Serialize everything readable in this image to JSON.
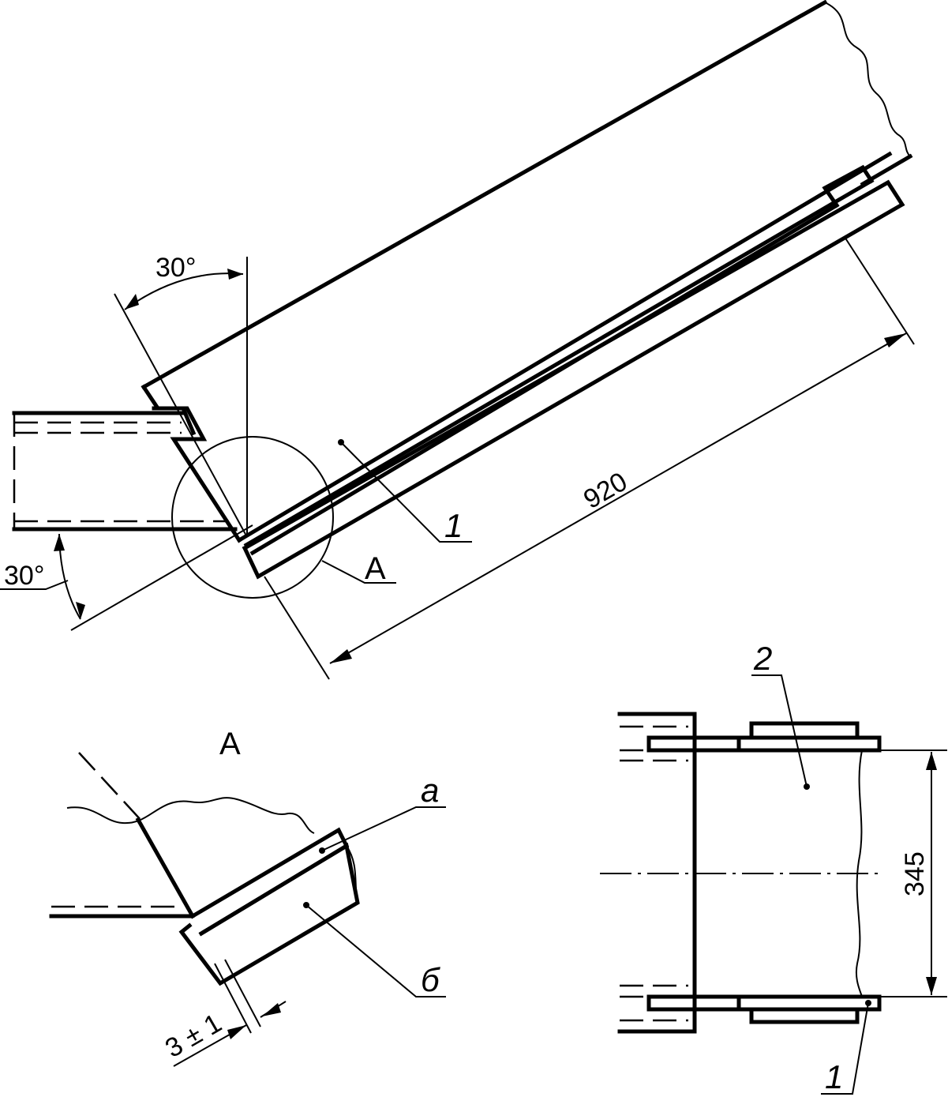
{
  "labels": {
    "angle_top": "30°",
    "angle_left": "30°",
    "dim_length": "920",
    "callout_1_main": "1",
    "callout_A_main": "A",
    "detail_title": "A",
    "callout_a": "а",
    "callout_b": "б",
    "dim_gap": "3 ± 1",
    "callout_2": "2",
    "dim_width": "345",
    "callout_1_side": "1"
  }
}
